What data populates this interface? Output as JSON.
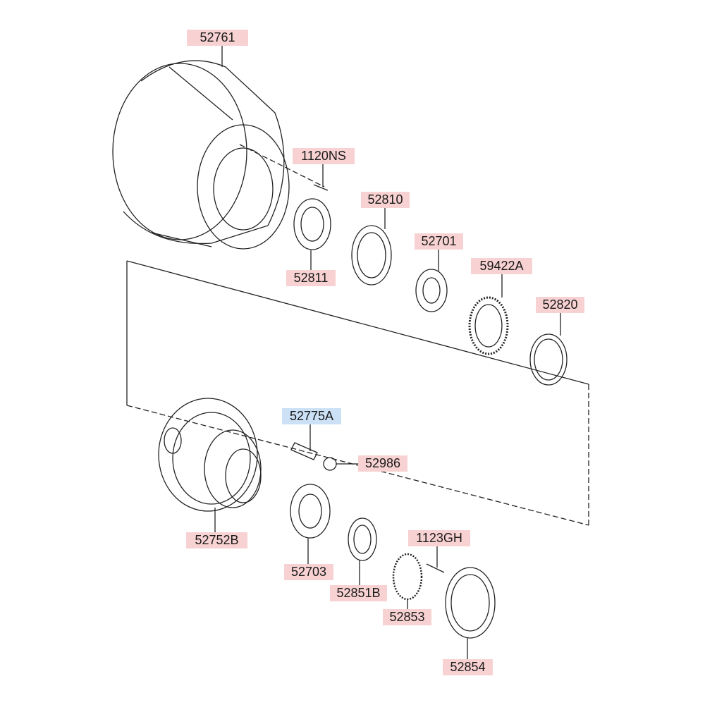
{
  "colors": {
    "part_label": "#f8d2d2",
    "selected_label": "#cce1f6",
    "line": "#222222"
  },
  "parts": {
    "p52761": "52761",
    "p1120NS": "1120NS",
    "p52810": "52810",
    "p52811": "52811",
    "p52701": "52701",
    "p59422A": "59422A",
    "p52820": "52820",
    "p52775A": "52775A",
    "p52986": "52986",
    "p52752B": "52752B",
    "p52703": "52703",
    "p52851B": "52851B",
    "p1123GH": "1123GH",
    "p52853": "52853",
    "p52854": "52854"
  }
}
